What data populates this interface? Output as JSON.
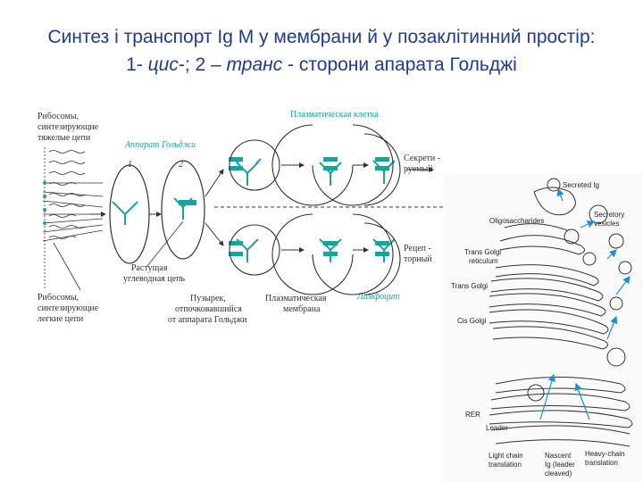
{
  "title": {
    "line1": "Синтез і транспорт Ig M у мембрани й у позаклітинний простір:",
    "line3_prefix": "1- ",
    "cis": "цис",
    "line3_mid": "-; 2 – ",
    "trans": "транс",
    "line3_suffix": " - сторони апарата Гольджі"
  },
  "left_diagram": {
    "heavy_ribosomes": [
      "Рибосомы,",
      "синтезирующие",
      "тяжелые цепи"
    ],
    "plasma_cell": "Плазматическая клетка",
    "golgi": "Аппарат Гольджи",
    "num1": "1",
    "num2": "2",
    "secreted": [
      "Секрети -",
      "руемый"
    ],
    "receptor": [
      "Рецеп -",
      "торный"
    ],
    "glycan": [
      "Растущая",
      "углеводная цепь"
    ],
    "light_ribosomes": [
      "Рибосомы,",
      "синтезирующие",
      "легкие цепи"
    ],
    "vesicle": [
      "Пузырек,",
      "отпочковавшийся",
      "от аппарата Гольджи"
    ],
    "membrane": [
      "Плазматическая",
      "мембрана"
    ],
    "lymphocyte": "Лимфоцит"
  },
  "right_diagram": {
    "secreted_ig": "Secreted Ig",
    "oligo": "Oligosaccharides",
    "vesicles": [
      "Secretory",
      "vesicles"
    ],
    "trans_reticulum": [
      "Trans Golgi",
      "reticulum"
    ],
    "trans_golgi": "Trans Golgi",
    "cis_golgi": "Cis Golgi",
    "rer": "RER",
    "leader": "Leader",
    "light": [
      "Light chain",
      "translation"
    ],
    "nascent": [
      "Nascent",
      "Ig (leader",
      "cleaved)"
    ],
    "heavy": [
      "Heavy-chain",
      "translation"
    ]
  },
  "colors": {
    "title": "#1f3a93",
    "teal": "#1aa39a",
    "arrow": "#1a8fe0"
  }
}
